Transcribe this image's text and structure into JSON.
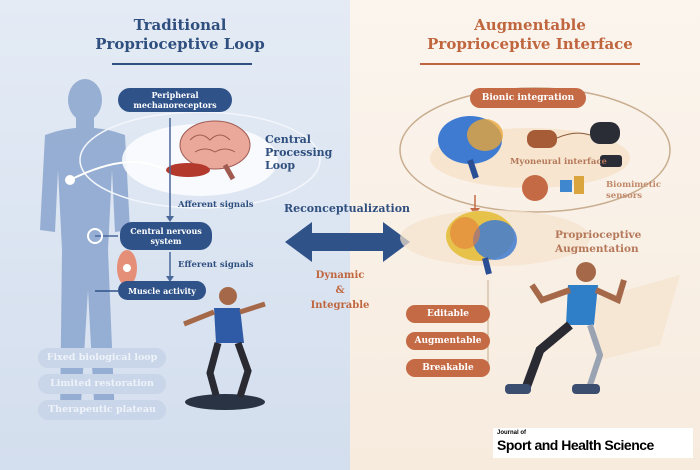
{
  "left": {
    "title_line1": "Traditional",
    "title_line2": "Proprioceptive Loop",
    "nodes": [
      "Peripheral mechanoreceptors",
      "Central nervous system",
      "Muscle activity"
    ],
    "central_loop": "Central Processing Loop",
    "afferent": "Afferent signals",
    "efferent": "Efferent signals",
    "limitations": [
      "Fixed biological loop",
      "Limited restoration",
      "Therapeutic plateau"
    ]
  },
  "center": {
    "arrow_label": "Reconceptualization",
    "sub1": "Dynamic",
    "sub2": "&",
    "sub3": "Integrable"
  },
  "right": {
    "title_line1": "Augmentable",
    "title_line2": "Proprioceptive Interface",
    "bionic": "Bionic integration",
    "myoneural": "Myoneural interface",
    "biomimetic": "Biomimetic sensors",
    "augmentation": "Proprioceptive Augmentation",
    "properties": [
      "Editable",
      "Augmentable",
      "Breakable"
    ]
  },
  "journal": {
    "small": "Journal of",
    "name": "Sport and Health Science"
  },
  "colors": {
    "blue": "#2f5289",
    "orange": "#c46a45",
    "left_bg": "#dde6f2",
    "right_bg": "#faf1e8"
  }
}
